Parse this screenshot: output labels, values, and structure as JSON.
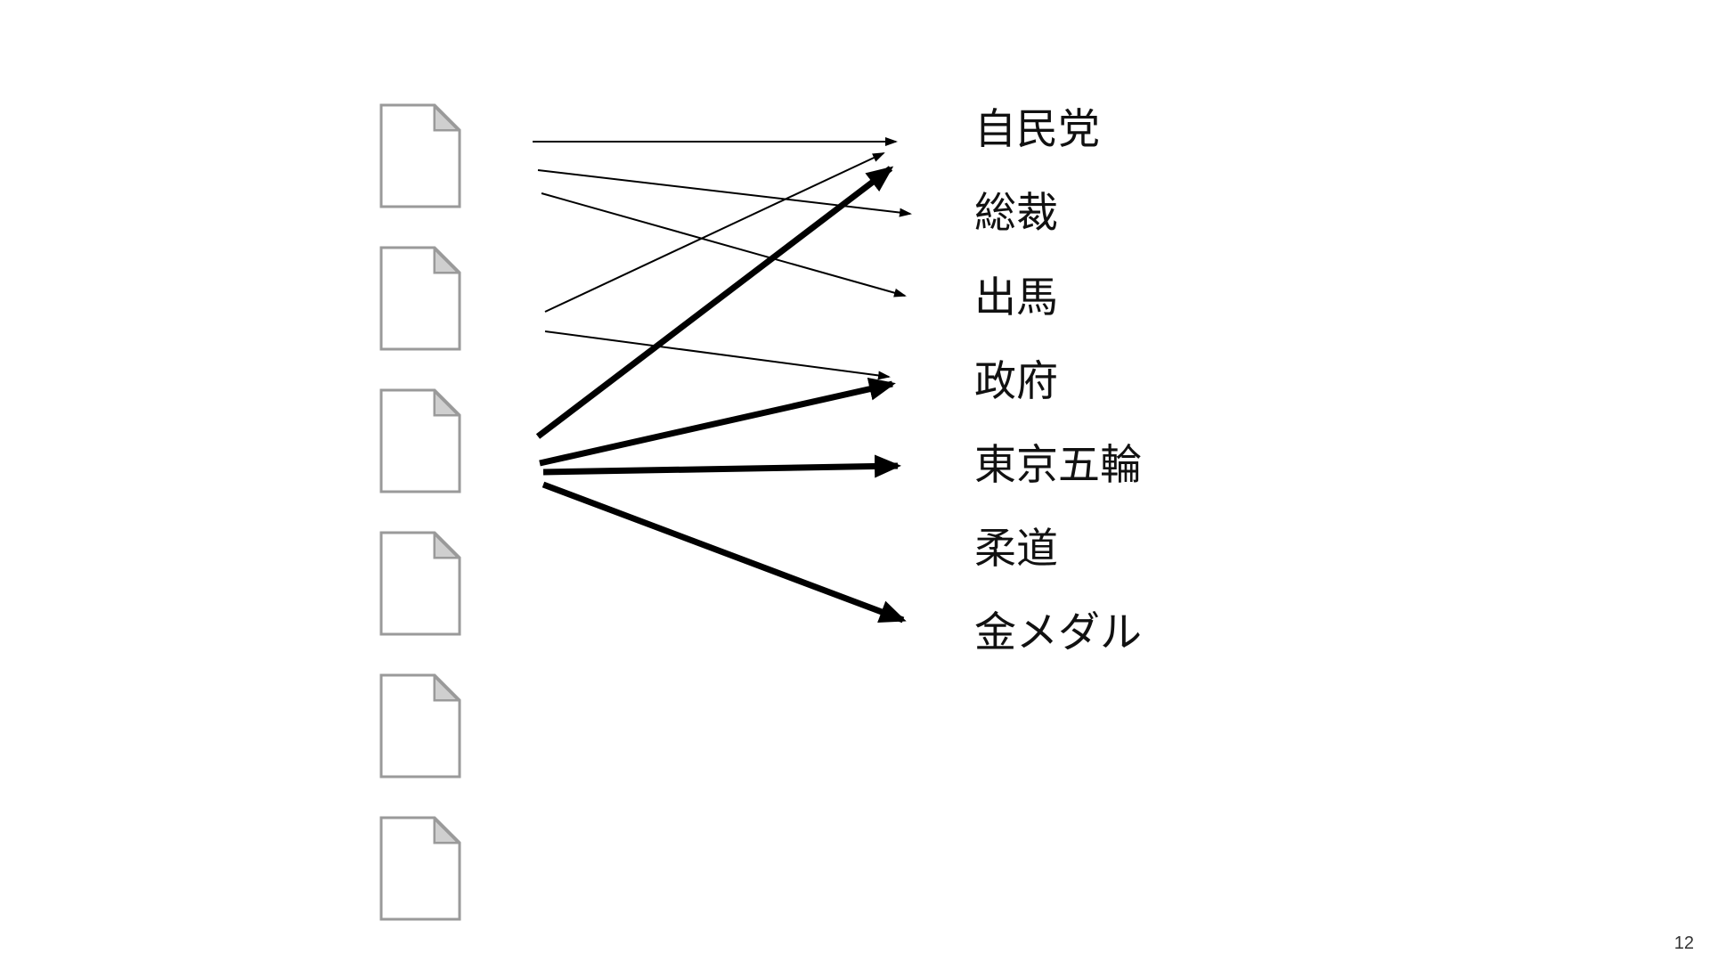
{
  "terms": [
    "自民党",
    "総裁",
    "出馬",
    "政府",
    "東京五輪",
    "柔道",
    "金メダル"
  ],
  "documents": [
    {
      "icon": "document-icon"
    },
    {
      "icon": "document-icon"
    },
    {
      "icon": "document-icon"
    },
    {
      "icon": "document-icon"
    },
    {
      "icon": "document-icon"
    },
    {
      "icon": "document-icon"
    }
  ],
  "edges": [
    {
      "weight": "thin",
      "target_term": "自民党"
    },
    {
      "weight": "thin",
      "target_term": "総裁"
    },
    {
      "weight": "thin",
      "target_term": "出馬"
    },
    {
      "weight": "thin",
      "target_term": "自民党"
    },
    {
      "weight": "thin",
      "target_term": "政府"
    },
    {
      "weight": "thick",
      "target_term": "自民党"
    },
    {
      "weight": "thick",
      "target_term": "政府"
    },
    {
      "weight": "thick",
      "target_term": "東京五輪"
    },
    {
      "weight": "thick",
      "target_term": "金メダル"
    }
  ],
  "colors": {
    "document_stroke": "#9a9a9a",
    "arrow": "#000000",
    "text": "#111111"
  },
  "page_number": "12"
}
